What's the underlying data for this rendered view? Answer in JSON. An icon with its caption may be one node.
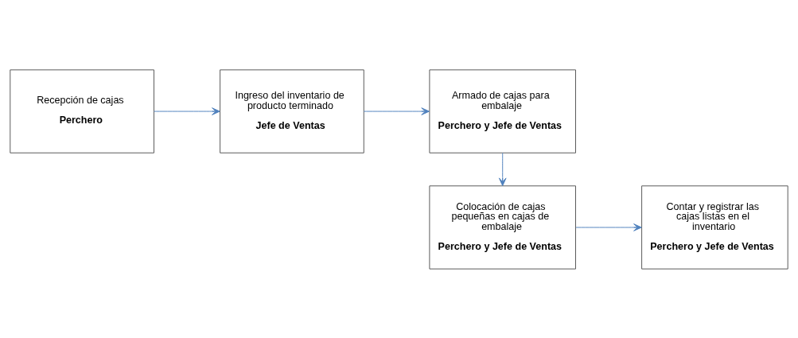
{
  "diagram": {
    "nodes": [
      {
        "text": [
          "Recepción de cajas",
          "Perchero"
        ]
      },
      {
        "text": [
          "Ingreso del inventario de producto terminado",
          "Jefe de Ventas"
        ]
      },
      {
        "text": [
          "Armado de cajas para embalaje",
          "Perchero y Jefe de Ventas"
        ]
      },
      {
        "text": [
          "Colocación de cajas pequeñas en cajas de embalaje",
          "Perchero y Jefe de Ventas"
        ]
      },
      {
        "text": [
          "Contar y registrar las cajas listas en el inventario",
          "Perchero y Jefe de Ventas"
        ]
      }
    ],
    "edges": [
      {
        "from": 0,
        "to": 1,
        "arrow": "to"
      },
      {
        "from": 1,
        "to": 2,
        "arrow": "to"
      },
      {
        "from": 2,
        "to": 3,
        "arrow": "to"
      },
      {
        "from": 3,
        "to": 4,
        "arrow": "to"
      }
    ]
  }
}
